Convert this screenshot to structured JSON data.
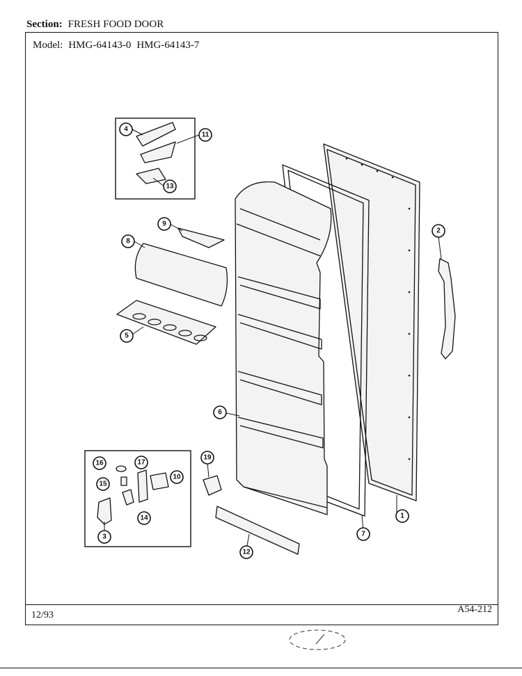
{
  "header": {
    "section_label": "Section:",
    "section_value": "FRESH FOOD DOOR",
    "model_label": "Model:",
    "model_numbers": [
      "HMG-64143-0",
      "HMG-64143-7"
    ]
  },
  "footer": {
    "date_code": "12/93",
    "page_code": "A54-212"
  },
  "callouts": [
    "1",
    "2",
    "3",
    "4",
    "5",
    "6",
    "7",
    "8",
    "9",
    "10",
    "11",
    "12",
    "13",
    "14",
    "15",
    "16",
    "17",
    "19"
  ]
}
